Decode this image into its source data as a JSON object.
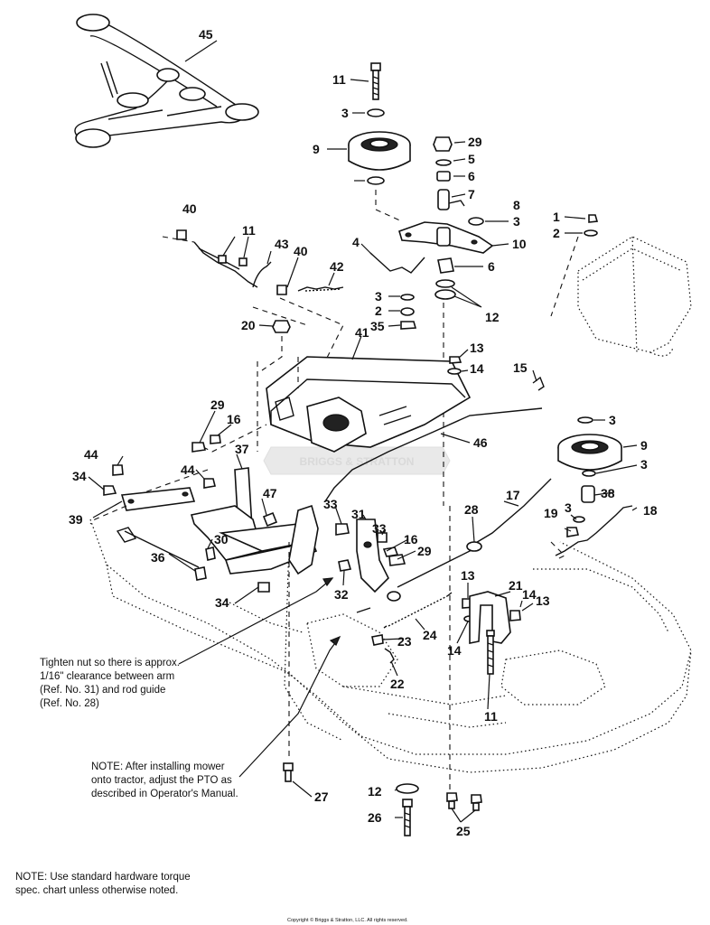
{
  "diagram": {
    "part_labels": [
      "45",
      "11",
      "3",
      "9",
      "29",
      "5",
      "6",
      "7",
      "8",
      "3",
      "1",
      "2",
      "10",
      "4",
      "6",
      "40",
      "11",
      "43",
      "40",
      "42",
      "3",
      "2",
      "35",
      "12",
      "20",
      "41",
      "13",
      "14",
      "15",
      "3",
      "9",
      "3",
      "29",
      "16",
      "46",
      "37",
      "44",
      "34",
      "44",
      "47",
      "39",
      "30",
      "36",
      "34",
      "33",
      "31",
      "33",
      "16",
      "29",
      "32",
      "28",
      "17",
      "19",
      "3",
      "38",
      "18",
      "13",
      "21",
      "14",
      "13",
      "24",
      "23",
      "22",
      "14",
      "11",
      "27",
      "12",
      "26",
      "25"
    ],
    "notes": {
      "clearance": "Tighten nut so there is approx. 1/16\" clearance between arm (Ref. No. 31) and rod guide (Ref. No. 28)",
      "pto": "NOTE: After installing mower onto tractor, adjust the PTO as described in Operator's Manual.",
      "hardware": "NOTE: Use standard hardware torque spec. chart unless otherwise noted."
    },
    "watermark": "BRIGGS & STRATTON",
    "copyright": "Copyright © Briggs & Stratton, LLC. All rights reserved."
  }
}
